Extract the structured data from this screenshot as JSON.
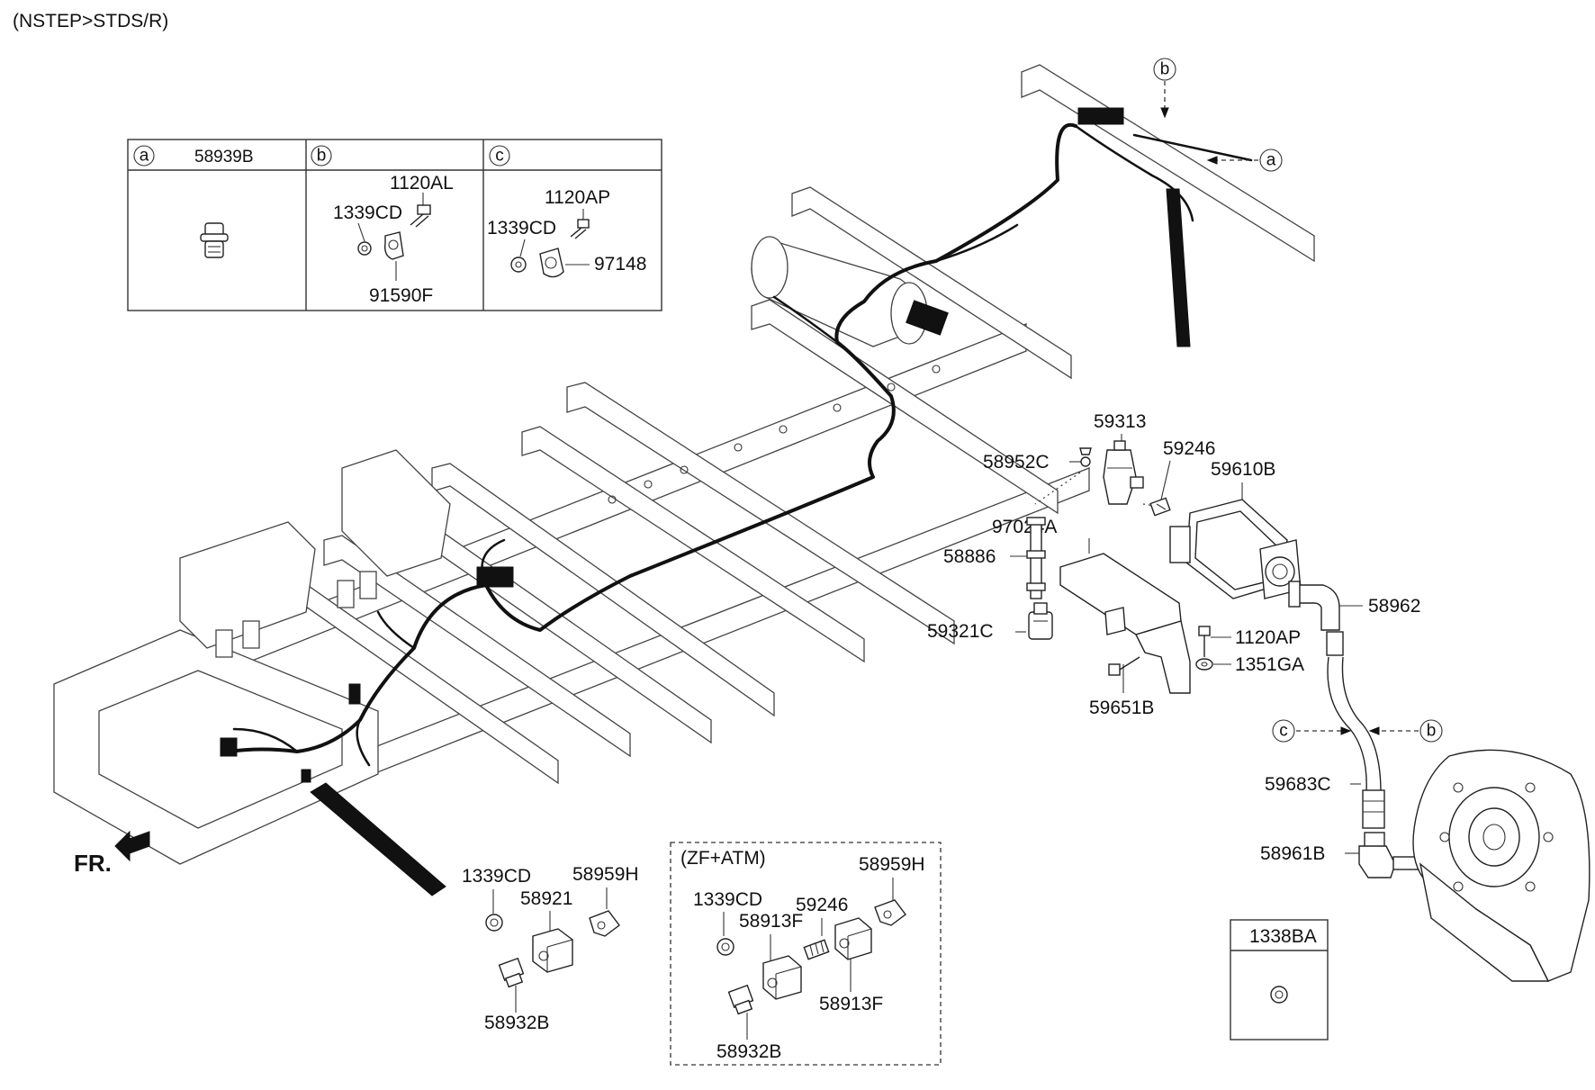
{
  "header": {
    "variant_label": "(NSTEP>STDS/R)"
  },
  "legend": {
    "a": {
      "letter": "a",
      "parts": [
        "58939B"
      ]
    },
    "b": {
      "letter": "b",
      "parts": [
        "1120AL",
        "1339CD",
        "91590F"
      ]
    },
    "c": {
      "letter": "c",
      "parts": [
        "1120AP",
        "1339CD",
        "97148"
      ]
    }
  },
  "callouts": {
    "b_top": "b",
    "a_top": "a",
    "c_right": "c",
    "b_right": "b"
  },
  "parts_right": [
    "59313",
    "58952C",
    "59246",
    "59610B",
    "97024A",
    "58886",
    "58962",
    "59321C",
    "1120AP",
    "1351GA",
    "59651B",
    "59683C",
    "58961B"
  ],
  "parts_bottom_left": [
    "1339CD",
    "58959H",
    "58921",
    "58932B"
  ],
  "zf_box": {
    "title": "(ZF+ATM)",
    "parts": [
      "58959H",
      "1339CD",
      "59246",
      "58913F",
      "58913F",
      "58932B"
    ]
  },
  "small_box": {
    "part": "1338BA"
  },
  "direction": {
    "label": "FR."
  }
}
